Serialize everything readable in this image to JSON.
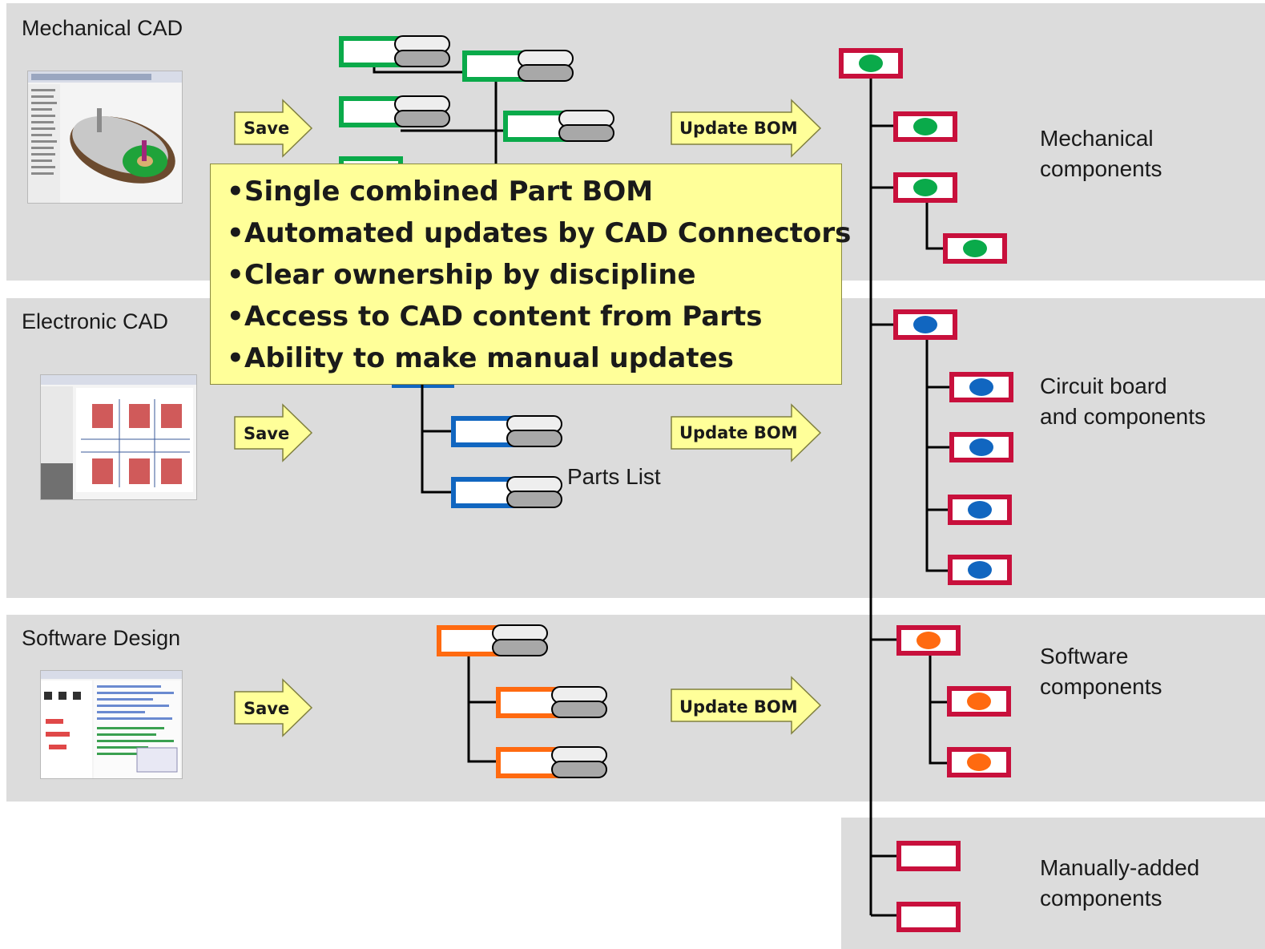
{
  "sections": [
    {
      "title": "Mechanical CAD",
      "save_label": "Save",
      "update_label": "Update BOM"
    },
    {
      "title": "Electronic CAD",
      "save_label": "Save",
      "update_label": "Update BOM"
    },
    {
      "title": "Software Design",
      "save_label": "Save",
      "update_label": "Update BOM"
    }
  ],
  "parts_list_label": "Parts List",
  "callout": {
    "bullets": [
      "Single combined Part BOM",
      "Automated updates by CAD Connectors",
      "Clear ownership by discipline",
      "Access to CAD content from Parts",
      "Ability to make manual updates"
    ]
  },
  "bom_groups": {
    "mechanical": [
      "Mechanical",
      "components"
    ],
    "circuit": [
      "Circuit board",
      "and components"
    ],
    "software": [
      "Software",
      "components"
    ],
    "manual": [
      "Manually-added",
      "components"
    ]
  },
  "colors": {
    "mechanical": "#0aaa4a",
    "electronic": "#1166c0",
    "software": "#ff6a10",
    "bom_frame": "#c8103c",
    "arrow_fill": "#ffff99",
    "band": "#dcdcdc"
  }
}
